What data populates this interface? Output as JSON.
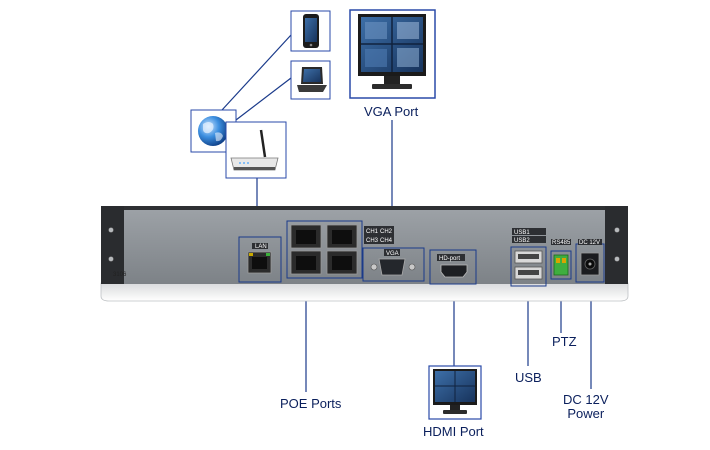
{
  "labels": {
    "vga_port": "VGA Port",
    "poe_ports": "POE Ports",
    "hdmi_port": "HDMI Port",
    "usb": "USB",
    "ptz": "PTZ",
    "dc_power_line1": "DC 12V",
    "dc_power_line2": "Power"
  },
  "panel_marks": {
    "lan": "LAN",
    "ch1": "CH1",
    "ch2": "CH2",
    "ch3": "CH3",
    "ch4": "CH4",
    "vga": "VGA",
    "hd_port": "HD-port",
    "usb1": "USB1",
    "usb2": "USB2",
    "rs485": "RS485",
    "dc12v": "DC 12V",
    "serial_tag": "3106"
  },
  "colors": {
    "connector_line": "#1a3a8a",
    "box_border": "#2a4aa8",
    "label_text": "#0a1f5c",
    "panel_face": "#8f949a"
  },
  "icons": [
    "smartphone-icon",
    "laptop-icon",
    "globe-icon",
    "wifi-router-icon",
    "monitor-icon"
  ]
}
